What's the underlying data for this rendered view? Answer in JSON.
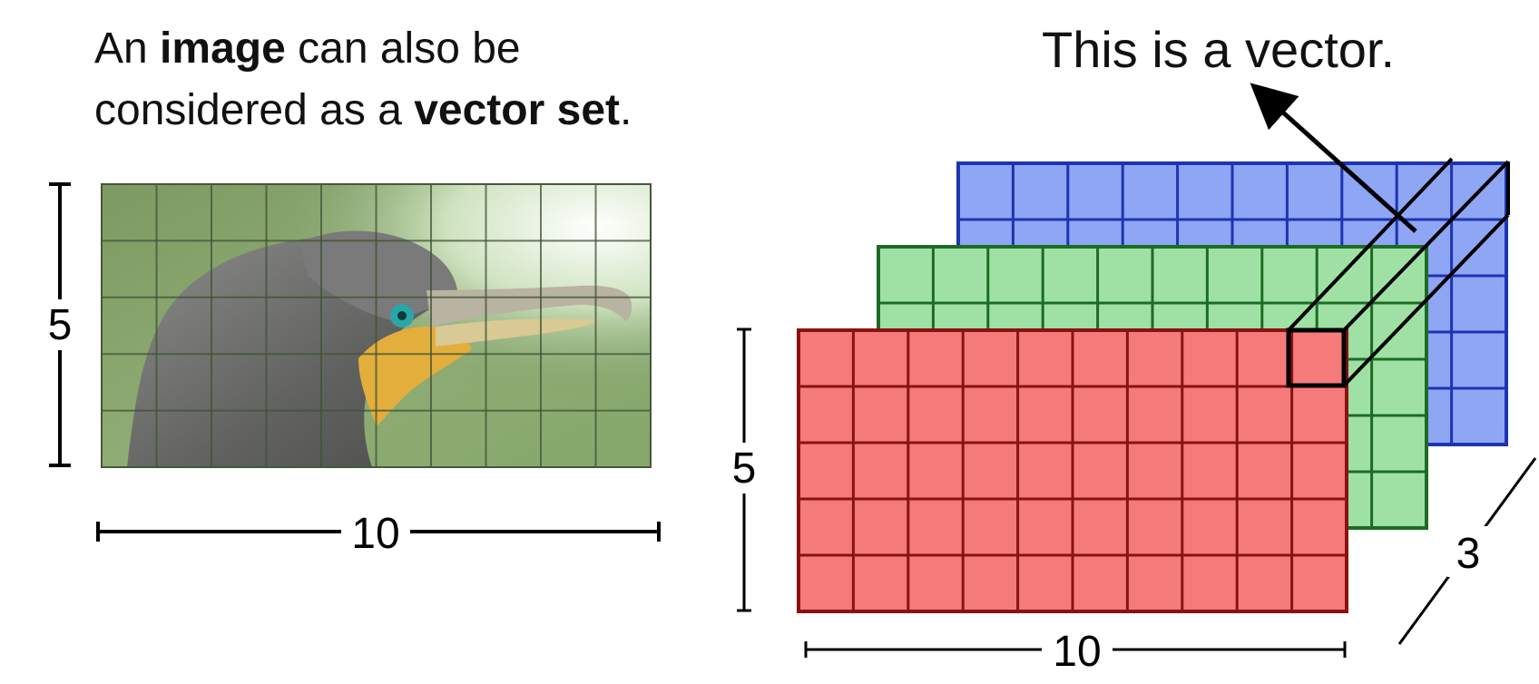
{
  "caption": {
    "line1_prefix": "An ",
    "line1_bold": "image",
    "line1_suffix": " can also be",
    "line2_prefix": "considered as a ",
    "line2_bold": "vector set",
    "line2_suffix": "."
  },
  "vector_label": "This is a vector.",
  "left_image": {
    "grid_rows": 5,
    "grid_cols": 10,
    "height_label": "5",
    "width_label": "10"
  },
  "channel_stack": {
    "height_label": "5",
    "width_label": "10",
    "depth_label": "3",
    "channels": [
      {
        "name": "blue",
        "fill": "#8fa6f5",
        "line": "#1d34b3"
      },
      {
        "name": "green",
        "fill": "#9fe1a5",
        "line": "#1d6b24"
      },
      {
        "name": "red",
        "fill": "#f57b7b",
        "line": "#8a1212"
      }
    ]
  }
}
